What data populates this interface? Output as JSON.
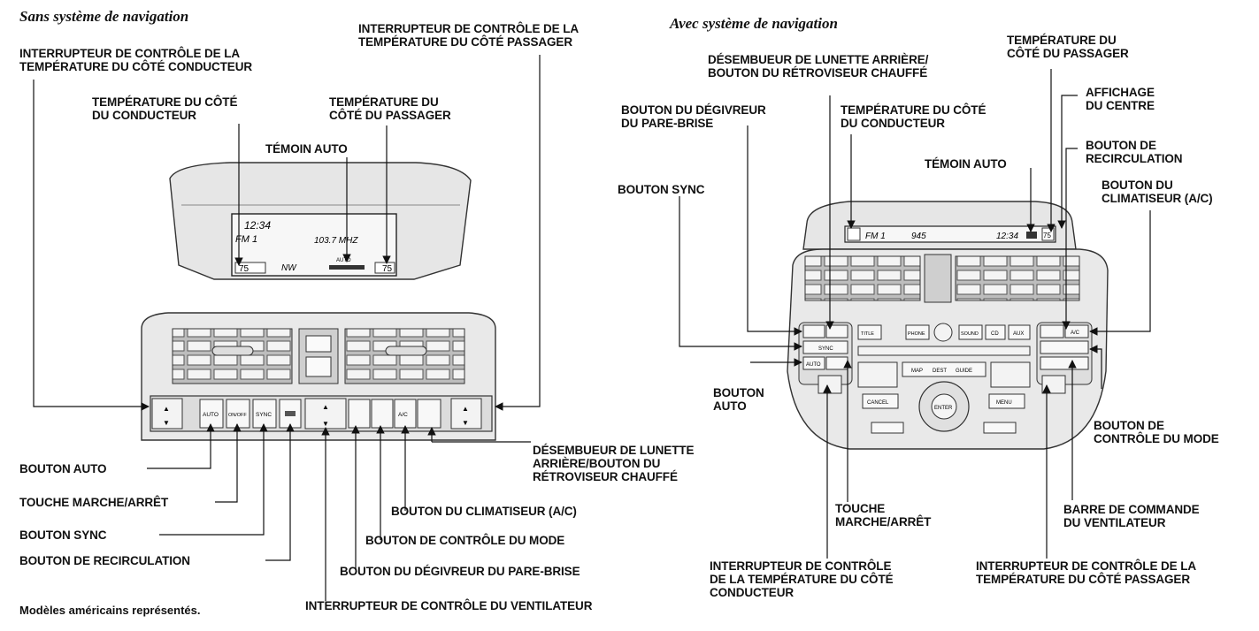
{
  "left": {
    "heading": "Sans système de navigation",
    "labels": {
      "driver_temp_switch": "INTERRUPTEUR DE CONTRÔLE DE LA\nTEMPÉRATURE DU CÔTÉ CONDUCTEUR",
      "passenger_temp_switch": "INTERRUPTEUR DE CONTRÔLE DE LA\nTEMPÉRATURE DU CÔTÉ PASSAGER",
      "driver_temp": "TEMPÉRATURE DU CÔTÉ\nDU CONDUCTEUR",
      "passenger_temp": "TEMPÉRATURE DU\nCÔTÉ DU PASSAGER",
      "auto_indicator": "TÉMOIN AUTO",
      "auto_button": "BOUTON AUTO",
      "on_off": "TOUCHE MARCHE/ARRÊT",
      "sync": "BOUTON SYNC",
      "recirc": "BOUTON DE RECIRCULATION",
      "rear_defog": "DÉSEMBUEUR DE LUNETTE\nARRIÈRE/BOUTON DU\nRÉTROVISEUR CHAUFFÉ",
      "ac": "BOUTON DU CLIMATISEUR (A/C)",
      "mode": "BOUTON DE CONTRÔLE DU MODE",
      "windshield": "BOUTON DU DÉGIVREUR DU PARE-BRISE",
      "fan_switch": "INTERRUPTEUR DE CONTRÔLE DU VENTILATEUR"
    },
    "display": {
      "clock": "12:34",
      "band": "FM 1",
      "freq": "103.7 MHZ",
      "temp": "75",
      "nw": "NW",
      "auto": "AUTO"
    },
    "buttons": {
      "auto": "AUTO",
      "on_off": "ON/OFF",
      "sync": "SYNC",
      "ac": "A/C"
    }
  },
  "right": {
    "heading": "Avec système de navigation",
    "labels": {
      "rear_defog": "DÉSEMBUEUR DE LUNETTE ARRIÈRE/\nBOUTON DU RÉTROVISEUR CHAUFFÉ",
      "passenger_temp": "TEMPÉRATURE DU\nCÔTÉ DU PASSAGER",
      "center_display": "AFFICHAGE\nDU CENTRE",
      "windshield": "BOUTON DU DÉGIVREUR\nDU PARE-BRISE",
      "driver_temp": "TEMPÉRATURE DU CÔTÉ\nDU CONDUCTEUR",
      "recirc": "BOUTON DE\nRECIRCULATION",
      "auto_indicator": "TÉMOIN AUTO",
      "ac": "BOUTON DU\nCLIMATISEUR (A/C)",
      "sync": "BOUTON SYNC",
      "auto_button": "BOUTON\nAUTO",
      "mode": "BOUTON DE\nCONTRÔLE DU MODE",
      "on_off": "TOUCHE\nMARCHE/ARRÊT",
      "fan_bar": "BARRE DE COMMANDE\nDU VENTILATEUR",
      "driver_temp_switch": "INTERRUPTEUR DE CONTRÔLE\nDE LA TEMPÉRATURE DU CÔTÉ\nCONDUCTEUR",
      "passenger_temp_switch": "INTERRUPTEUR DE CONTRÔLE DE LA\nTEMPÉRATURE DU CÔTÉ PASSAGER"
    },
    "display": {
      "band": "FM 1",
      "freq": "945",
      "clock": "12:34",
      "temp": "75"
    },
    "buttons": {
      "title": "TITLE",
      "phone": "PHONE",
      "sound": "SOUND",
      "cd": "CD",
      "aux": "AUX",
      "map": "MAP",
      "dest": "DEST",
      "guide": "GUIDE",
      "cancel": "CANCEL",
      "enter": "ENTER",
      "menu": "MENU",
      "auto": "AUTO",
      "sync": "SYNC",
      "ac": "A/C"
    }
  },
  "footnote": "Modèles américains représentés."
}
